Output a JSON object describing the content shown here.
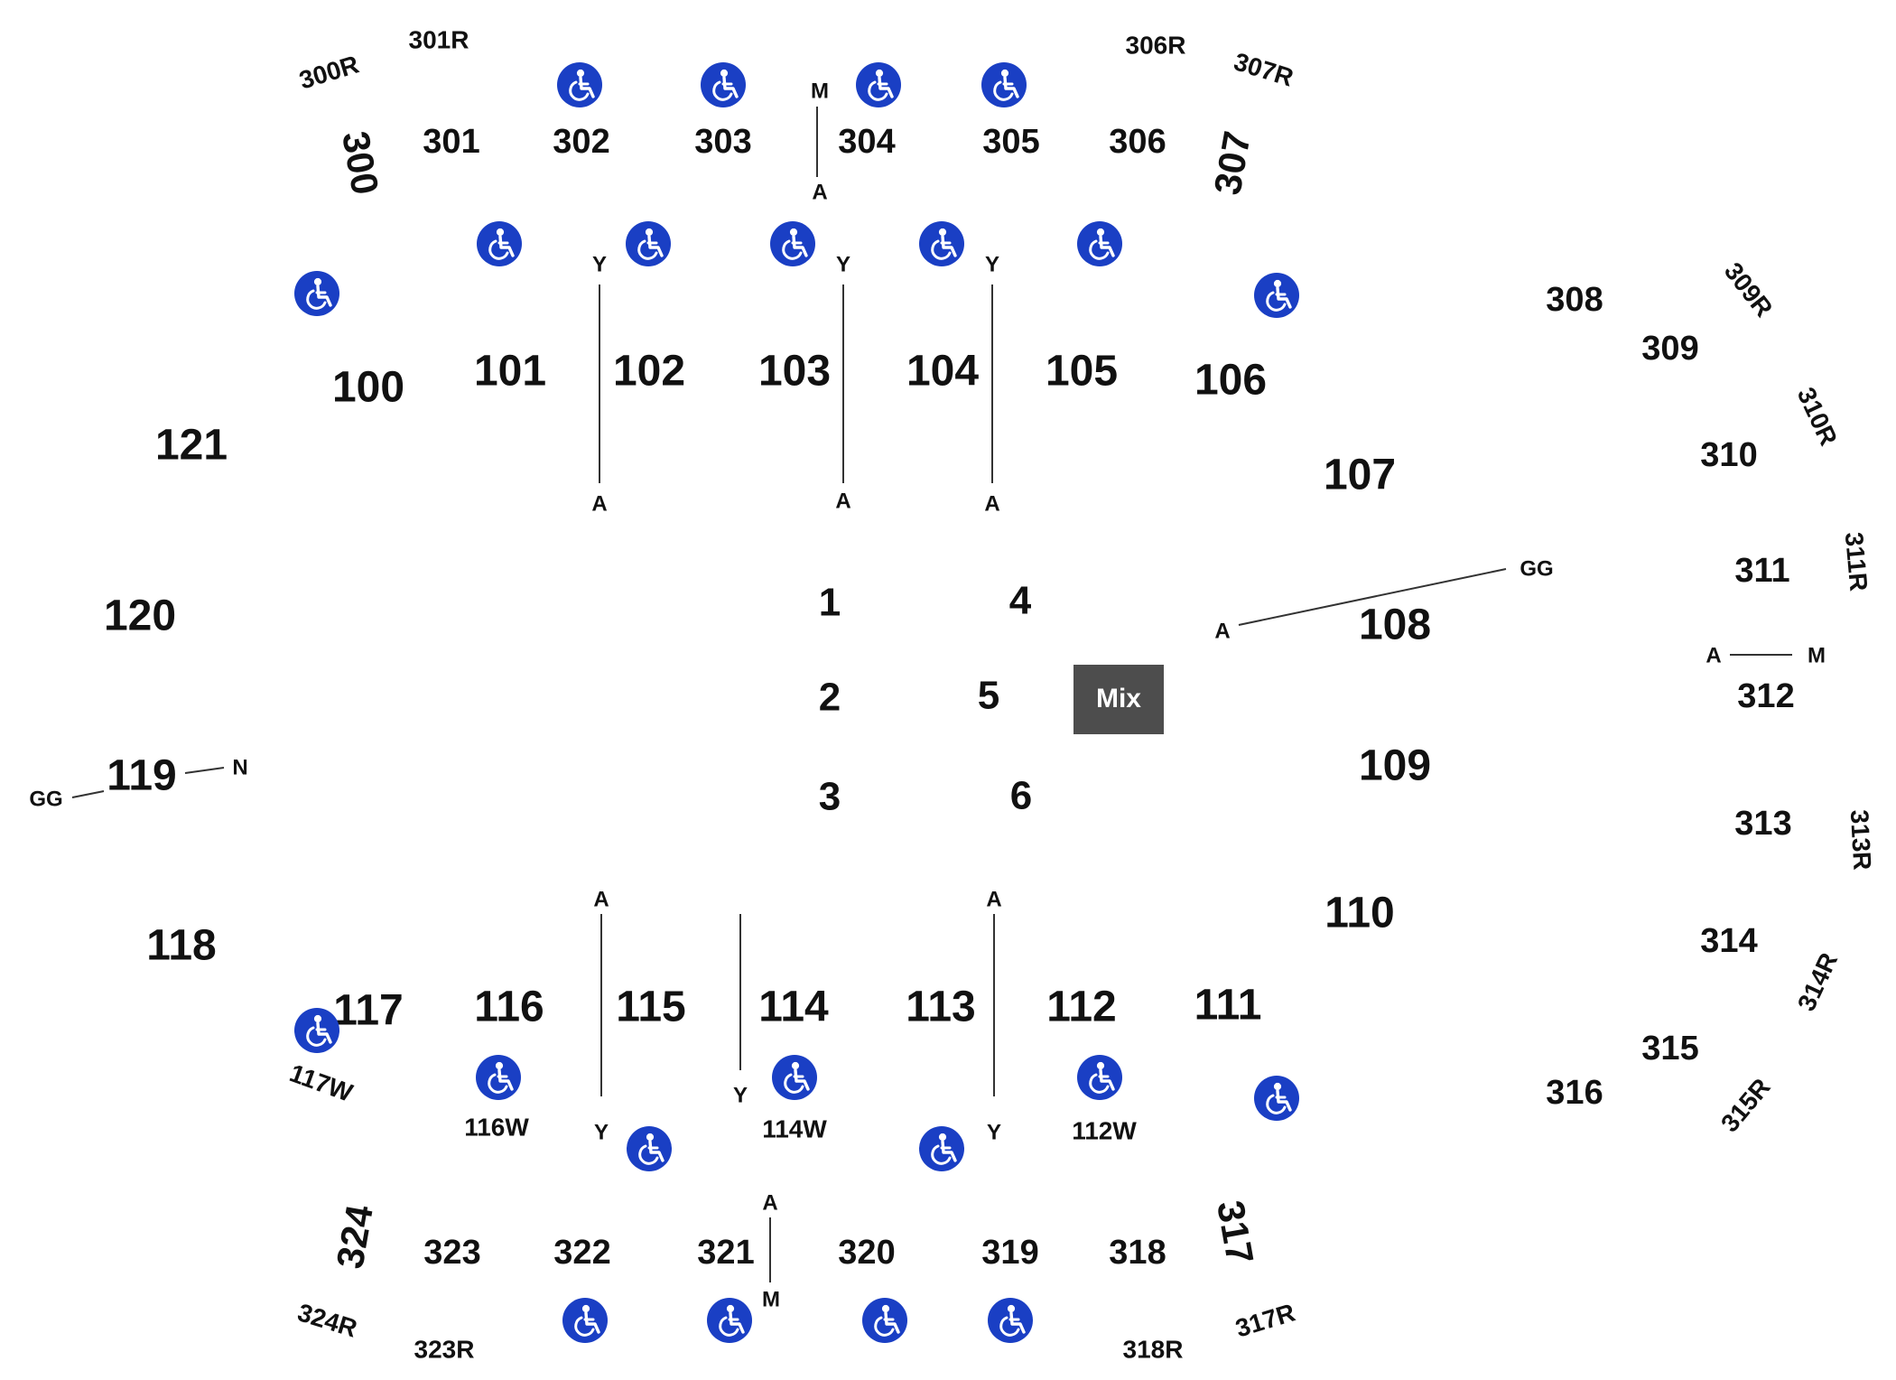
{
  "mix": {
    "label": "Mix",
    "color": "#4d4d4d"
  },
  "icon": {
    "name": "wheelchair-accessible-icon",
    "color": "#1a3fc4"
  },
  "floor_sections": [
    "1",
    "2",
    "3",
    "4",
    "5",
    "6"
  ],
  "sections_100": [
    "100",
    "101",
    "102",
    "103",
    "104",
    "105",
    "106",
    "107",
    "108",
    "109",
    "110",
    "111",
    "112",
    "113",
    "114",
    "115",
    "116",
    "117",
    "118",
    "119",
    "120",
    "121"
  ],
  "sections_300": [
    "300",
    "301",
    "302",
    "303",
    "304",
    "305",
    "306",
    "307",
    "308",
    "309",
    "310",
    "311",
    "312",
    "313",
    "314",
    "315",
    "316",
    "317",
    "318",
    "319",
    "320",
    "321",
    "322",
    "323",
    "324"
  ],
  "row_labels": [
    "300R",
    "301R",
    "306R",
    "307R",
    "309R",
    "310R",
    "311R",
    "313R",
    "314R",
    "315R",
    "317R",
    "318R",
    "323R",
    "324R"
  ],
  "wheelchair_labels": [
    "117W",
    "116W",
    "114W",
    "112W"
  ],
  "pointers": {
    "A": "A",
    "Y": "Y",
    "M": "M",
    "N": "N",
    "GG": "GG"
  }
}
